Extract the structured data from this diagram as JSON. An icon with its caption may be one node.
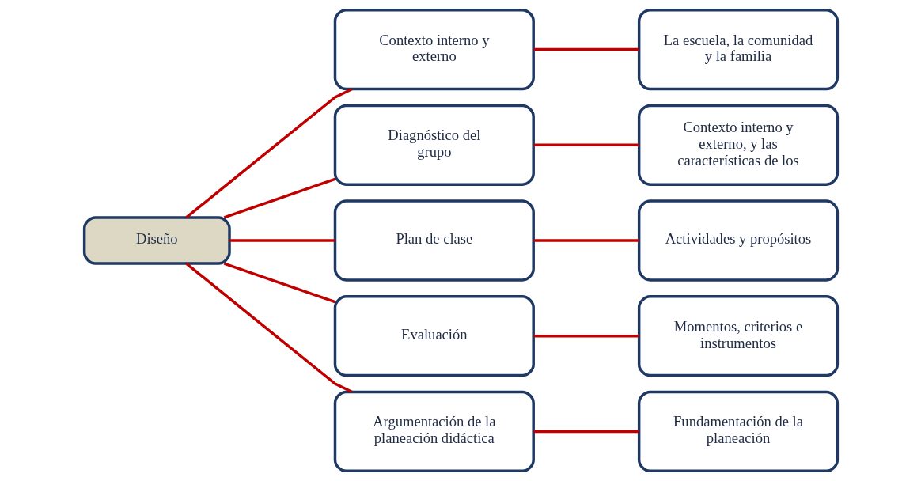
{
  "diagram": {
    "nodes": [
      {
        "text": [
          "Diseño"
        ]
      },
      {
        "text": [
          "Contexto interno y externo"
        ]
      },
      {
        "text": [
          "Diagnóstico del grupo"
        ]
      },
      {
        "text": [
          "Plan de clase"
        ]
      },
      {
        "text": [
          "Evaluación"
        ]
      },
      {
        "text": [
          "Argumentación de la planeación didáctica"
        ]
      },
      {
        "text": [
          "La escuela, la comunidad y la familia"
        ]
      },
      {
        "text": [
          "Contexto interno y externo, y las características de los"
        ]
      },
      {
        "text": [
          "Actividades y propósitos"
        ]
      },
      {
        "text": [
          "Momentos, criterios e instrumentos"
        ]
      },
      {
        "text": [
          "Fundamentación de la planeación"
        ]
      }
    ],
    "edges": [
      {
        "from": 0,
        "to": 1,
        "arrow": "none"
      },
      {
        "from": 0,
        "to": 2,
        "arrow": "none"
      },
      {
        "from": 0,
        "to": 3,
        "arrow": "none"
      },
      {
        "from": 0,
        "to": 4,
        "arrow": "none"
      },
      {
        "from": 0,
        "to": 5,
        "arrow": "none"
      },
      {
        "from": 1,
        "to": 6,
        "arrow": "none"
      },
      {
        "from": 2,
        "to": 7,
        "arrow": "none"
      },
      {
        "from": 3,
        "to": 8,
        "arrow": "none"
      },
      {
        "from": 4,
        "to": 9,
        "arrow": "none"
      },
      {
        "from": 5,
        "to": 10,
        "arrow": "none"
      }
    ]
  }
}
